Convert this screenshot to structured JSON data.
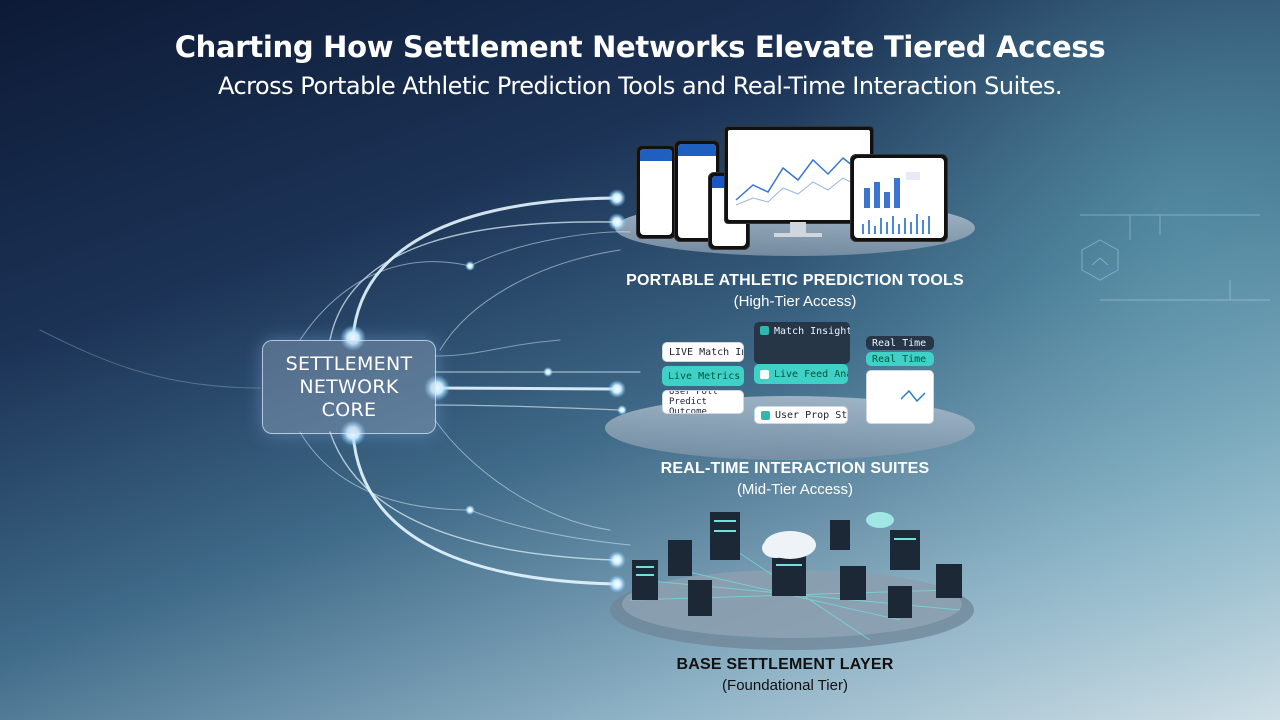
{
  "title": "Charting How Settlement Networks Elevate Tiered Access",
  "subtitle": "Across Portable Athletic Prediction Tools and Real-Time Interaction Suites.",
  "core": {
    "label": "SETTLEMENT\nNETWORK\nCORE"
  },
  "tiers": [
    {
      "name": "PORTABLE ATHLETIC PREDICTION TOOLS",
      "access": "(High-Tier Access)"
    },
    {
      "name": "REAL-TIME INTERACTION SUITES",
      "access": "(Mid-Tier Access)"
    },
    {
      "name": "BASE SETTLEMENT LAYER",
      "access": "(Foundational Tier)"
    }
  ],
  "interaction_cards": {
    "left": [
      "LIVE Match Insights",
      "Live Metrics",
      "User Poll\nPredict Outcome"
    ],
    "center": [
      "Match Insights",
      "Live Feed Analytics",
      "User Prop Stats"
    ],
    "right": [
      "Real Time",
      "Real Time"
    ]
  },
  "colors": {
    "accent": "#3fd0c8",
    "wire": "#dff3ff",
    "core_bg": "#9fb6cf"
  }
}
